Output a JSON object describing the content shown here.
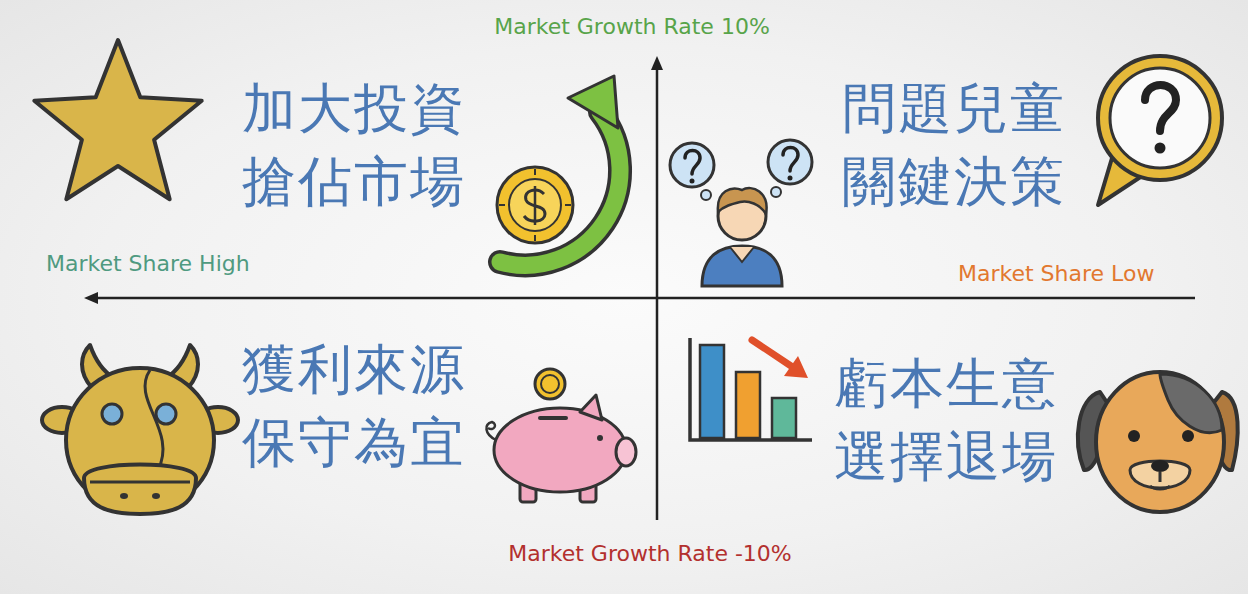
{
  "diagram": {
    "labels": [
      "Market Growth Rate 10%",
      "加大投資 搶佔市場",
      "問題兒童 關鍵決策",
      "Market Share High",
      "Market Share Low",
      "獲利來源 保守為宜",
      "虧本生意 選擇退場",
      "Market Growth Rate -10%"
    ]
  }
}
